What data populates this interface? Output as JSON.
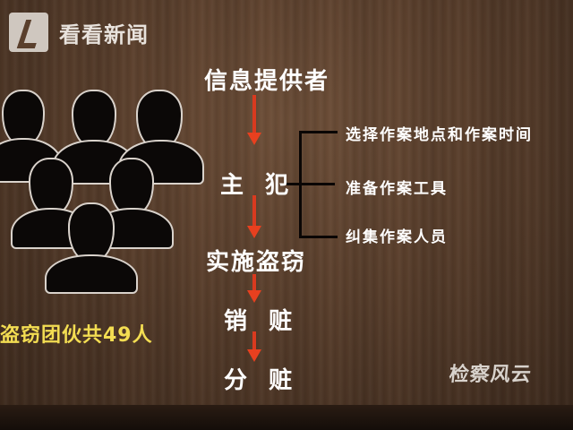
{
  "watermark": {
    "logo_text": "看看新闻"
  },
  "diagram": {
    "nodes": [
      {
        "label": "信息提供者"
      },
      {
        "label": "主  犯"
      },
      {
        "label": "实施盗窃"
      },
      {
        "label": "销  赃"
      },
      {
        "label": "分  赃"
      }
    ],
    "branches": [
      {
        "label": "选择作案地点和作案时间"
      },
      {
        "label": "准备作案工具"
      },
      {
        "label": "纠集作案人员"
      }
    ],
    "arrow_color": "#e8401f"
  },
  "caption": "盗窃团伙共49人",
  "program_logo": "检察风云",
  "colors": {
    "background": "#5a3f2c",
    "caption": "#f3dd52",
    "text": "#ffffff"
  }
}
